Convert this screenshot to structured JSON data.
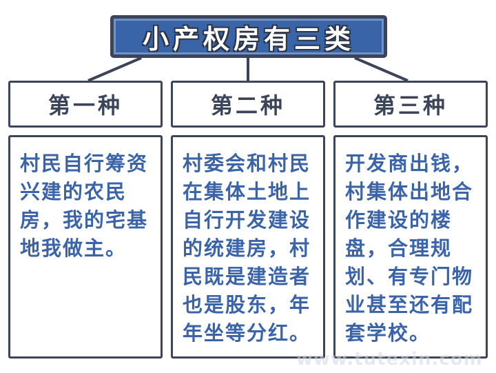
{
  "title": "小产权房有三类",
  "categories": [
    {
      "label": "第一种",
      "description": "村民自行筹资兴建的农民房，我的宅基地我做主。"
    },
    {
      "label": "第二种",
      "description": "村委会和村民在集体土地上自行开发建设的统建房，村民既是建造者也是股东，年年坐等分红。"
    },
    {
      "label": "第三种",
      "description": "开发商出钱，村集体出地合作建设的楼盘，合理规划、有专门物业甚至还有配套学校。"
    }
  ],
  "watermark": "www.tutexin.com",
  "colors": {
    "title_fill": "#3a64a8",
    "outline": "#3b4458",
    "text_blue": "#3b64a8",
    "category_text": "#3b4458"
  }
}
